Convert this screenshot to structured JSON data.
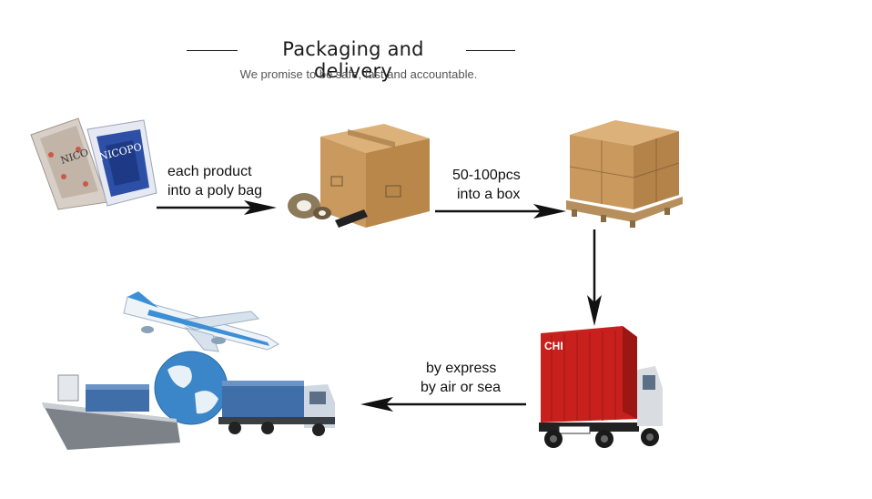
{
  "header": {
    "title": "Packaging and delivery",
    "subtitle": "We promise to be safe, fast and accountable."
  },
  "steps": {
    "bag_to_box_label_1": "each product",
    "bag_to_box_label_2": "into a poly bag",
    "box_to_pallet_label_1": "50-100pcs",
    "box_to_pallet_label_2": "into a box",
    "delivery_label_1": "by express",
    "delivery_label_2": "by air or sea"
  },
  "illustrations": {
    "bag_brand_1": "NICO",
    "bag_brand_2": "NICOPO",
    "container_logo": "CHI"
  },
  "colors": {
    "cardboard": "#c9995e",
    "container_red": "#c8201c",
    "container_blue": "#3f6ea8",
    "plane_blue": "#3b8fd6",
    "globe_blue": "#3a86c8"
  }
}
